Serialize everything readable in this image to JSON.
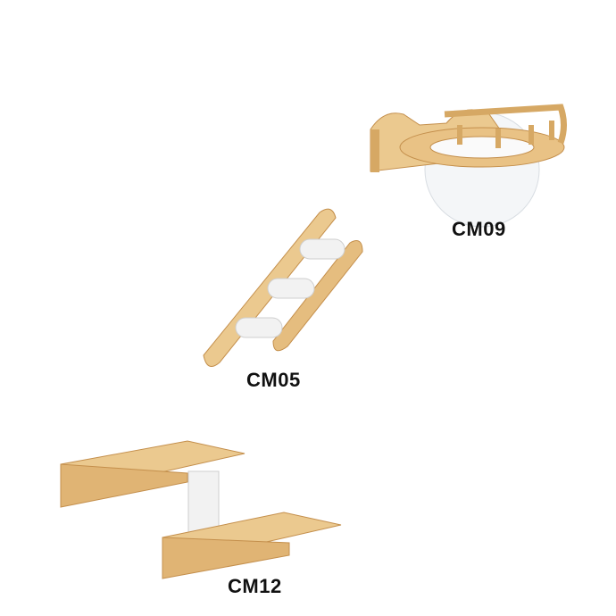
{
  "products": [
    {
      "code": "CM09"
    },
    {
      "code": "CM05"
    },
    {
      "code": "CM12"
    }
  ],
  "colors": {
    "wood": "#ebc98f",
    "wood_edge": "#d6a864",
    "wood_dark": "#c48f4c",
    "sisal": "#f2f2f2",
    "text": "#111111"
  }
}
